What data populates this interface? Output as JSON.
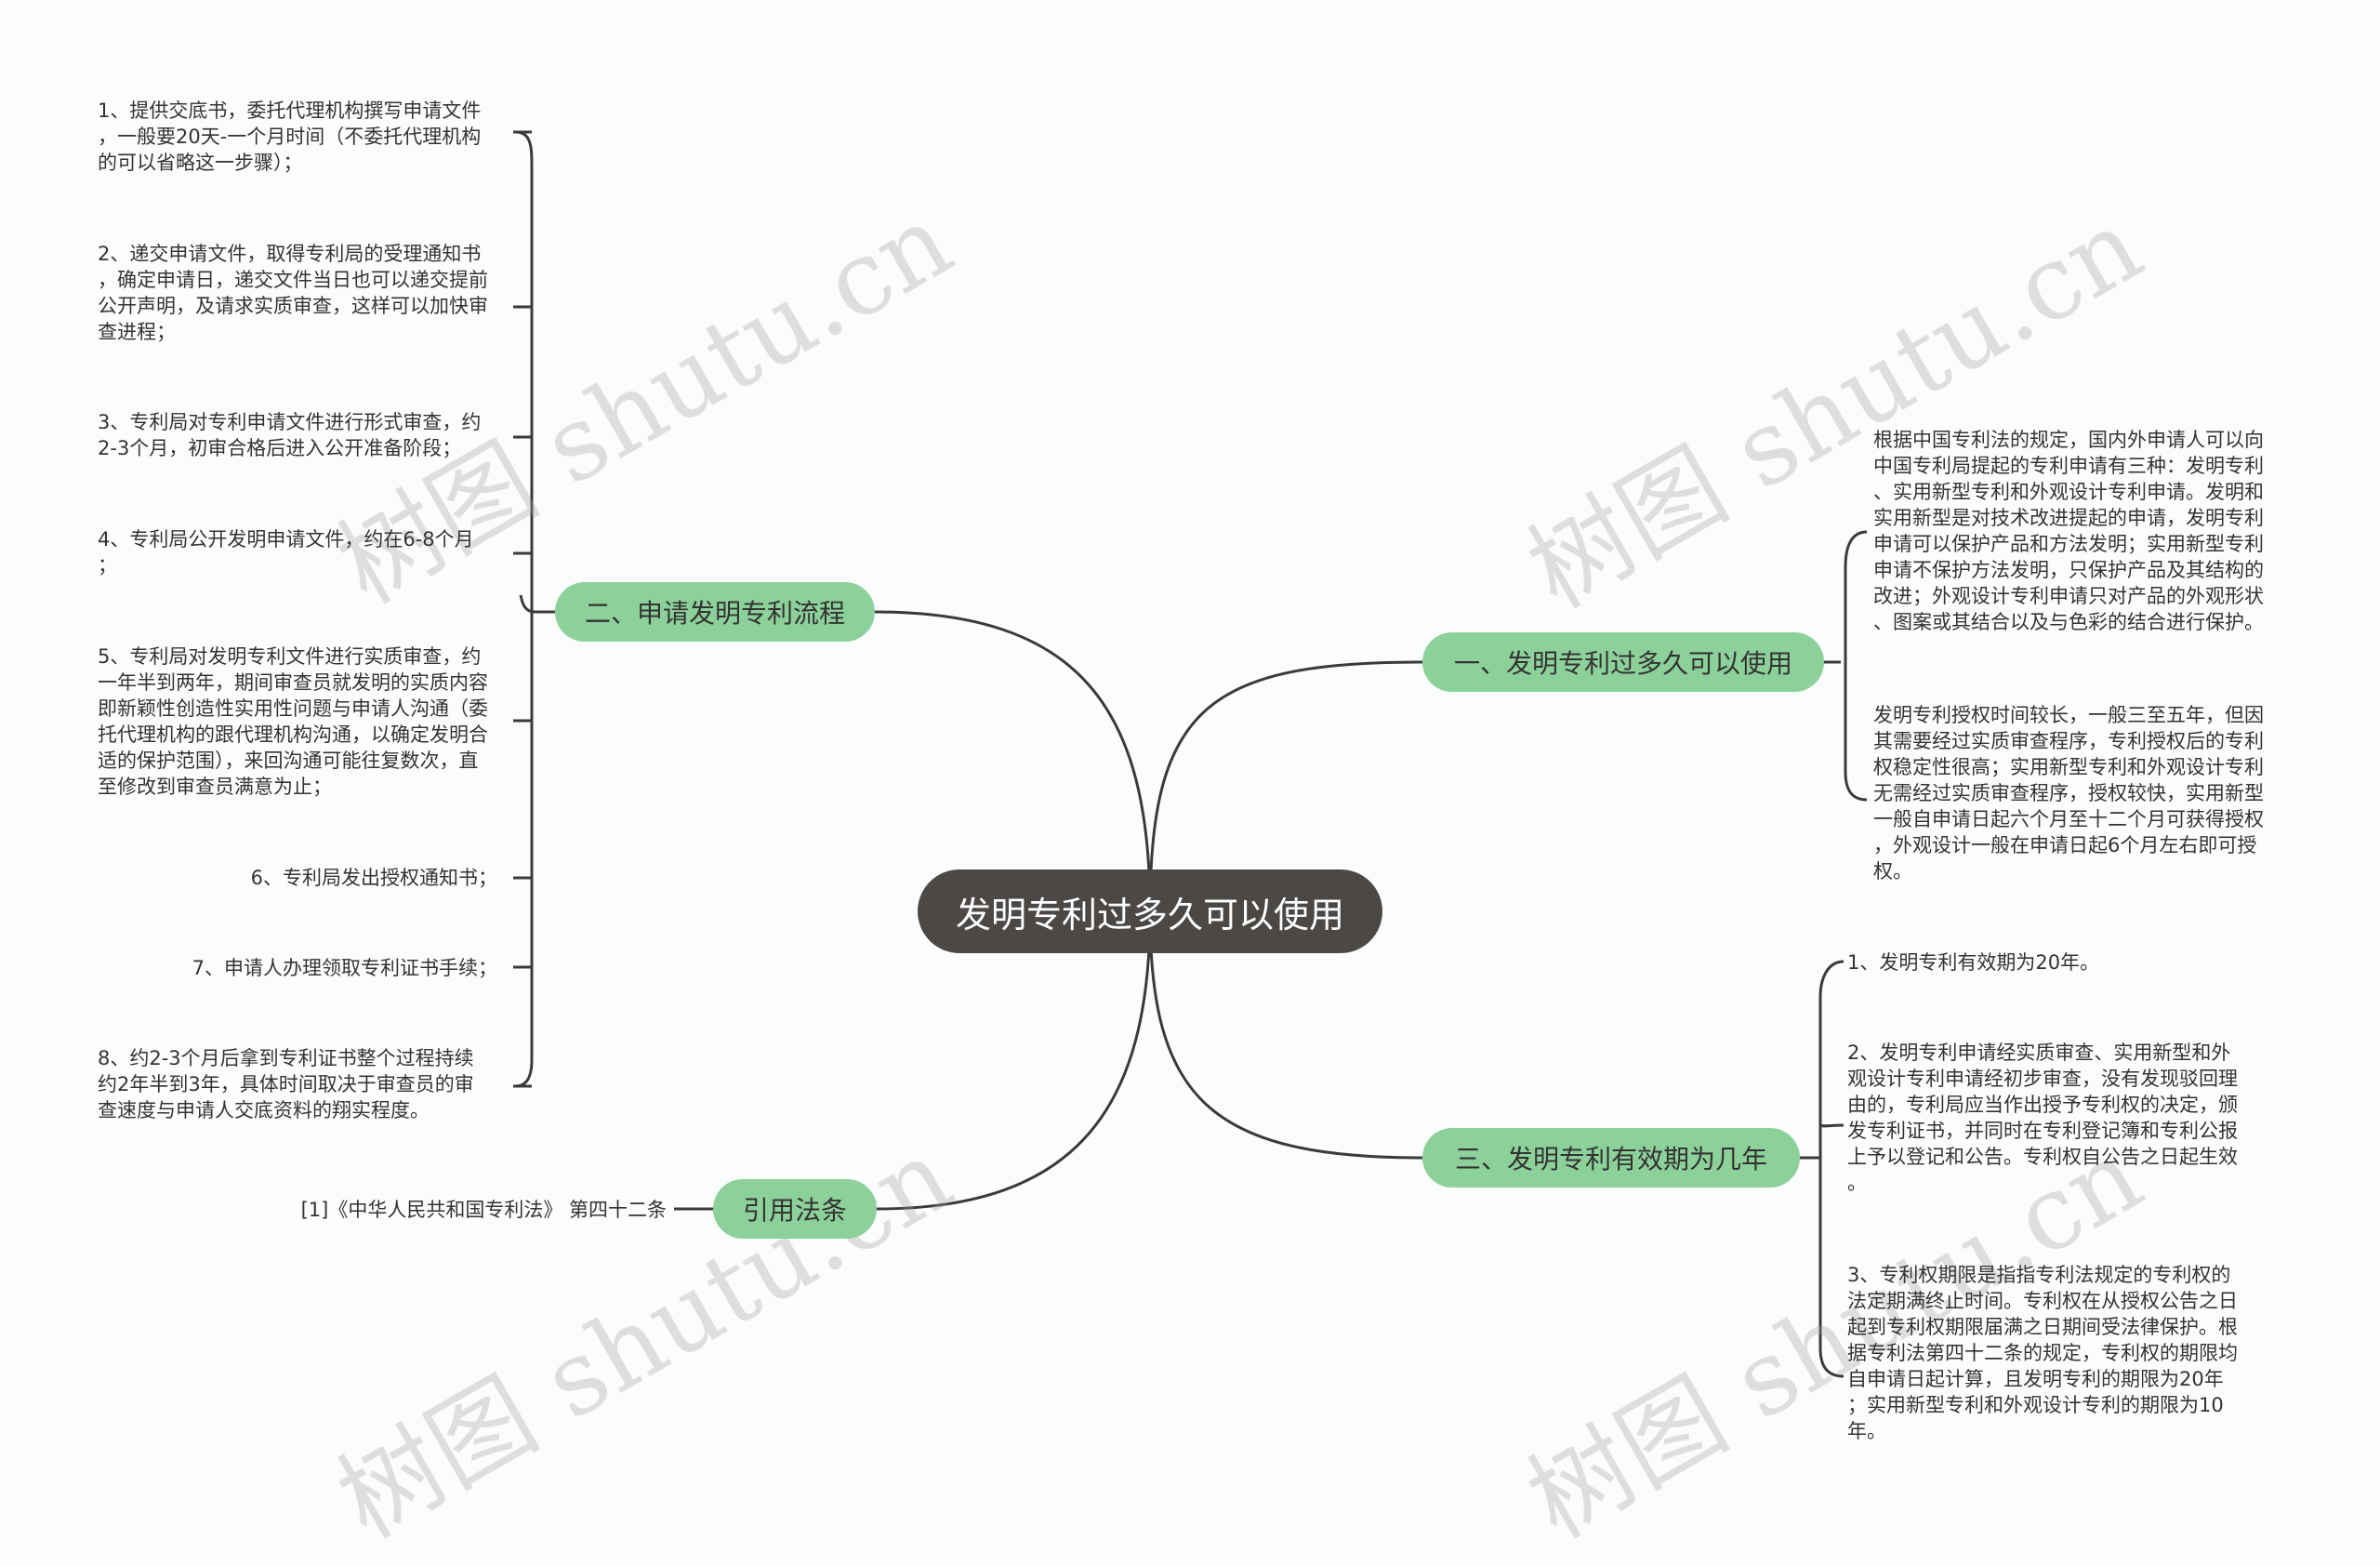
{
  "watermark": "树图 shutu.cn",
  "root": {
    "label": "发明专利过多久可以使用"
  },
  "branches": {
    "how_long": {
      "label": "一、发明专利过多久可以使用",
      "leaves": [
        "根据中国专利法的规定，国内外申请人可以向\n中国专利局提起的专利申请有三种：发明专利\n、实用新型专利和外观设计专利申请。发明和\n实用新型是对技术改进提起的申请，发明专利\n申请可以保护产品和方法发明；实用新型专利\n申请不保护方法发明，只保护产品及其结构的\n改进；外观设计专利申请只对产品的外观形状\n、图案或其结合以及与色彩的结合进行保护。",
        "发明专利授权时间较长，一般三至五年，但因\n其需要经过实质审查程序，专利授权后的专利\n权稳定性很高；实用新型专利和外观设计专利\n无需经过实质审查程序，授权较快，实用新型\n一般自申请日起六个月至十二个月可获得授权\n，外观设计一般在申请日起6个月左右即可授\n权。"
      ]
    },
    "validity": {
      "label": "三、发明专利有效期为几年",
      "leaves": [
        "1、发明专利有效期为20年。",
        "2、发明专利申请经实质审查、实用新型和外\n观设计专利申请经初步审查，没有发现驳回理\n由的，专利局应当作出授予专利权的决定，颁\n发专利证书，并同时在专利登记簿和专利公报\n上予以登记和公告。专利权自公告之日起生效\n。",
        "3、专利权期限是指指专利法规定的专利权的\n法定期满终止时间。专利权在从授权公告之日\n起到专利权期限届满之日期间受法律保护。根\n据专利法第四十二条的规定，专利权的期限均\n自申请日起计算，且发明专利的期限为20年\n；实用新型专利和外观设计专利的期限为10\n年。"
      ]
    },
    "process": {
      "label": "二、申请发明专利流程",
      "leaves": [
        "1、提供交底书，委托代理机构撰写申请文件\n，一般要20天-一个月时间（不委托代理机构\n的可以省略这一步骤）；",
        "2、递交申请文件，取得专利局的受理通知书\n，确定申请日，递交文件当日也可以递交提前\n公开声明，及请求实质审查，这样可以加快审\n查进程；",
        "3、专利局对专利申请文件进行形式审查，约\n2-3个月，初审合格后进入公开准备阶段；",
        "4、专利局公开发明申请文件，约在6-8个月\n；",
        "5、专利局对发明专利文件进行实质审查，约\n一年半到两年，期间审查员就发明的实质内容\n即新颖性创造性实用性问题与申请人沟通（委\n托代理机构的跟代理机构沟通，以确定发明合\n适的保护范围），来回沟通可能往复数次，直\n至修改到审查员满意为止；",
        "6、专利局发出授权通知书；",
        "7、申请人办理领取专利证书手续；",
        "8、约2-3个月后拿到专利证书整个过程持续\n约2年半到3年，具体时间取决于审查员的审\n查速度与申请人交底资料的翔实程度。"
      ]
    },
    "law": {
      "label": "引用法条",
      "leaves": [
        "[1]《中华人民共和国专利法》 第四十二条"
      ]
    }
  },
  "colors": {
    "root_bg": "#4b4846",
    "branch_bg": "#8dd19a",
    "edge": "#3a3a3a",
    "background": "#fbfdfd"
  }
}
